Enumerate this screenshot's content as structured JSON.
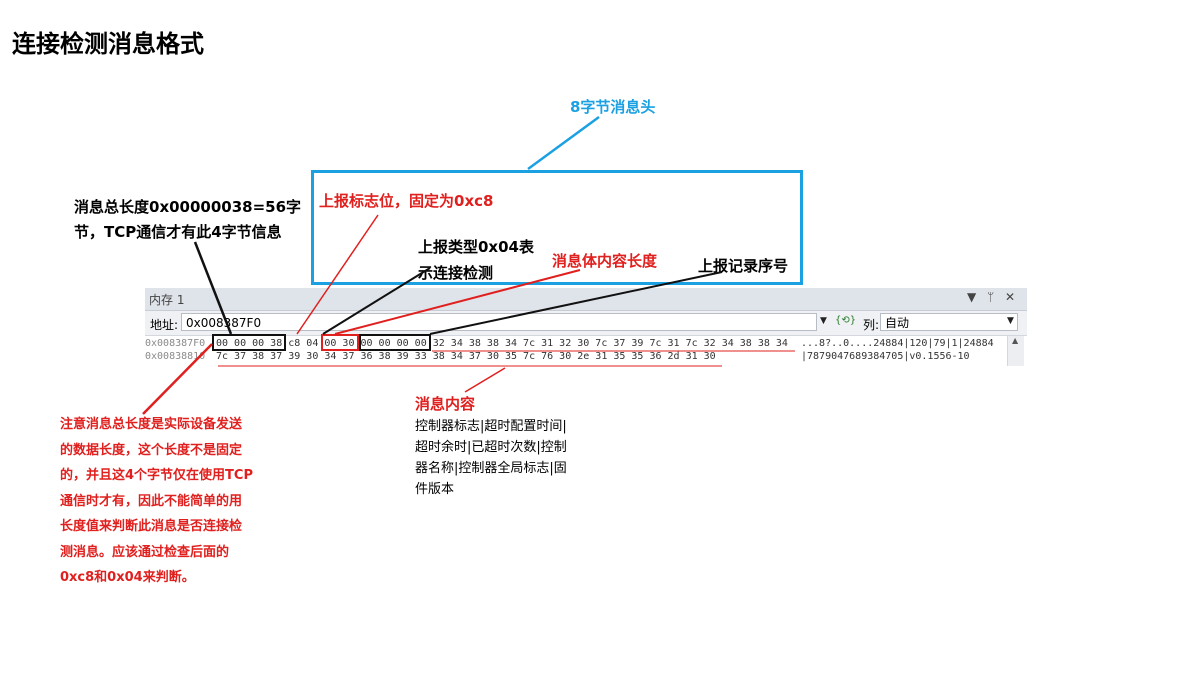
{
  "title": "连接检测消息格式",
  "labels": {
    "header_8byte": "8字节消息头",
    "length_line1": "消息总长度0x00000038=56字",
    "length_line2": "节，TCP通信才有此4字节信息",
    "report_flag": "上报标志位，固定为0xc8",
    "report_type_line1": "上报类型0x04表",
    "report_type_line2": "示连接检测",
    "body_length": "消息体内容长度",
    "record_seq": "上报记录序号",
    "content_title": "消息内容",
    "content_desc": [
      "控制器标志|超时配置时间|",
      "超时余时|已超时次数|控制",
      "器名称|控制器全局标志|固",
      "件版本"
    ],
    "note_lines": [
      "注意消息总长度是实际设备发送",
      "的数据长度，这个长度不是固定",
      "的，并且这4个字节仅在使用TCP",
      "通信时才有，因此不能简单的用",
      "长度值来判断此消息是否连接检",
      "测消息。应该通过检查后面的",
      "0xc8和0x04来判断。"
    ]
  },
  "memory_window": {
    "title": "内存 1",
    "address_label": "地址:",
    "address_value": "0x008387F0",
    "columns_label": "列:",
    "columns_value": "自动",
    "rows": [
      {
        "address": "0x008387F0",
        "hex": "00 00 00 38 c8 04 00 30 00 00 00 00 32 34 38 38 34 7c 31 32 30 7c 37 39 7c 31 7c 32 34 38 38 34",
        "ascii": "...8?..0....24884|120|79|1|24884"
      },
      {
        "address": "0x00838810",
        "hex": "7c 37 38 37 39 30 34 37 36 38 39 33 38 34 37 30 35 7c 76 30 2e 31 35 35 36 2d 31 30",
        "ascii": "|7879047689384705|v0.1556-10"
      }
    ]
  },
  "colors": {
    "red": "#e0201e",
    "blue": "#1ba1e2",
    "black": "#111111"
  },
  "icons": {
    "dropdown": "▼",
    "refresh": "{⟲}",
    "pin": "ᛘ",
    "close": "✕",
    "scroll_up": "▲"
  }
}
